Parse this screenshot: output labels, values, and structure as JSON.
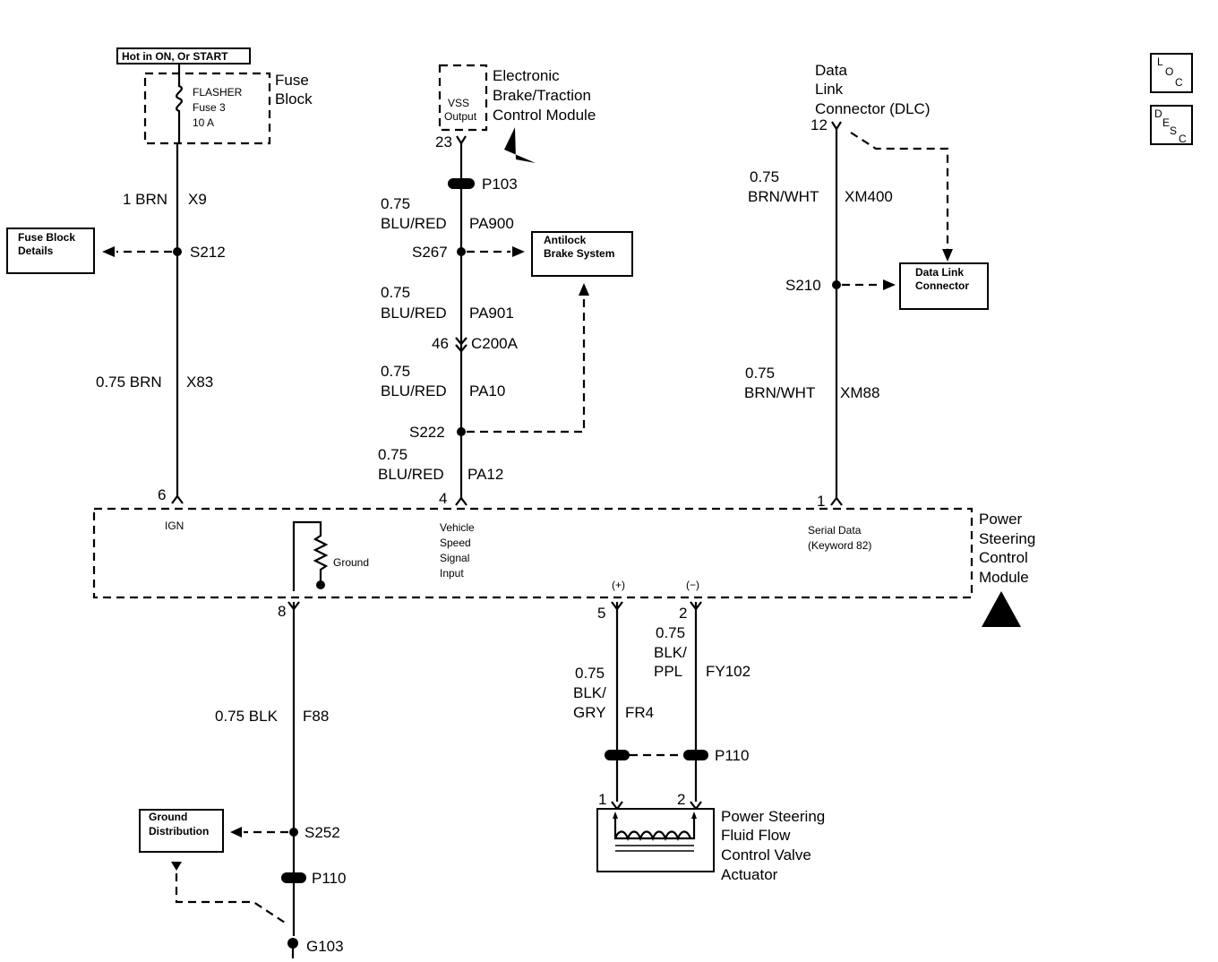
{
  "hot_label": "Hot in ON, Or START",
  "fuse": {
    "name": "FLASHER",
    "fuse": "Fuse 3",
    "rating": "10 A",
    "block_line1": "Fuse",
    "block_line2": "Block"
  },
  "ebtcm": {
    "output_line1": "VSS",
    "output_line2": "Output",
    "title_line1": "Electronic",
    "title_line2": "Brake/Traction",
    "title_line3": "Control Module",
    "pin": "23"
  },
  "dlc": {
    "title_line1": "Data",
    "title_line2": "Link",
    "title_line3": "Connector (DLC)",
    "pin": "12"
  },
  "loc_icon": {
    "l": "L",
    "o": "O",
    "c": "C"
  },
  "desc_icon": {
    "d": "D",
    "e": "E",
    "s": "S",
    "c": "C"
  },
  "wires": {
    "x9": {
      "gauge_color": "1 BRN",
      "circuit": "X9"
    },
    "x83": {
      "gauge_color": "0.75 BRN",
      "circuit": "X83"
    },
    "pa900": {
      "gauge": "0.75",
      "color": "BLU/RED",
      "circuit": "PA900"
    },
    "pa901": {
      "gauge": "0.75",
      "color": "BLU/RED",
      "circuit": "PA901"
    },
    "pa10": {
      "gauge": "0.75",
      "color": "BLU/RED",
      "circuit": "PA10"
    },
    "pa12": {
      "gauge": "0.75",
      "color": "BLU/RED",
      "circuit": "PA12"
    },
    "xm400": {
      "gauge": "0.75",
      "color": "BRN/WHT",
      "circuit": "XM400"
    },
    "xm88": {
      "gauge": "0.75",
      "color": "BRN/WHT",
      "circuit": "XM88"
    },
    "f88": {
      "gauge_color": "0.75 BLK",
      "circuit": "F88"
    },
    "fr4": {
      "gauge": "0.75",
      "color1": "BLK/",
      "color2": "GRY",
      "circuit": "FR4"
    },
    "fy102": {
      "gauge": "0.75",
      "color1": "BLK/",
      "color2": "PPL",
      "circuit": "FY102"
    }
  },
  "splices": {
    "s212": "S212",
    "s267": "S267",
    "s222": "S222",
    "s210": "S210",
    "s252": "S252"
  },
  "connectors": {
    "p103": "P103",
    "c200a_pin": "46",
    "c200a": "C200A",
    "p110_a": "P110",
    "p110_b": "P110",
    "ground": "G103"
  },
  "boxes": {
    "fuse_details_1": "Fuse Block",
    "fuse_details_2": "Details",
    "abs_1": "Antilock",
    "abs_2": "Brake System",
    "dlc_1": "Data Link",
    "dlc_2": "Connector",
    "gnd_1": "Ground",
    "gnd_2": "Distribution"
  },
  "pscm": {
    "title_line1": "Power",
    "title_line2": "Steering",
    "title_line3": "Control",
    "title_line4": "Module",
    "pin_ign": "6",
    "label_ign": "IGN",
    "pin_vss": "4",
    "vss_1": "Vehicle",
    "vss_2": "Speed",
    "vss_3": "Signal",
    "vss_4": "Input",
    "pin_serial": "1",
    "serial_1": "Serial Data",
    "serial_2": "(Keyword 82)",
    "ground_label": "Ground",
    "pin_gnd": "8",
    "pin_plus": "5",
    "pin_minus": "2",
    "plus": "(+)",
    "minus": "(−)"
  },
  "actuator": {
    "pin1": "1",
    "pin2": "2",
    "line1": "Power Steering",
    "line2": "Fluid Flow",
    "line3": "Control Valve",
    "line4": "Actuator"
  }
}
